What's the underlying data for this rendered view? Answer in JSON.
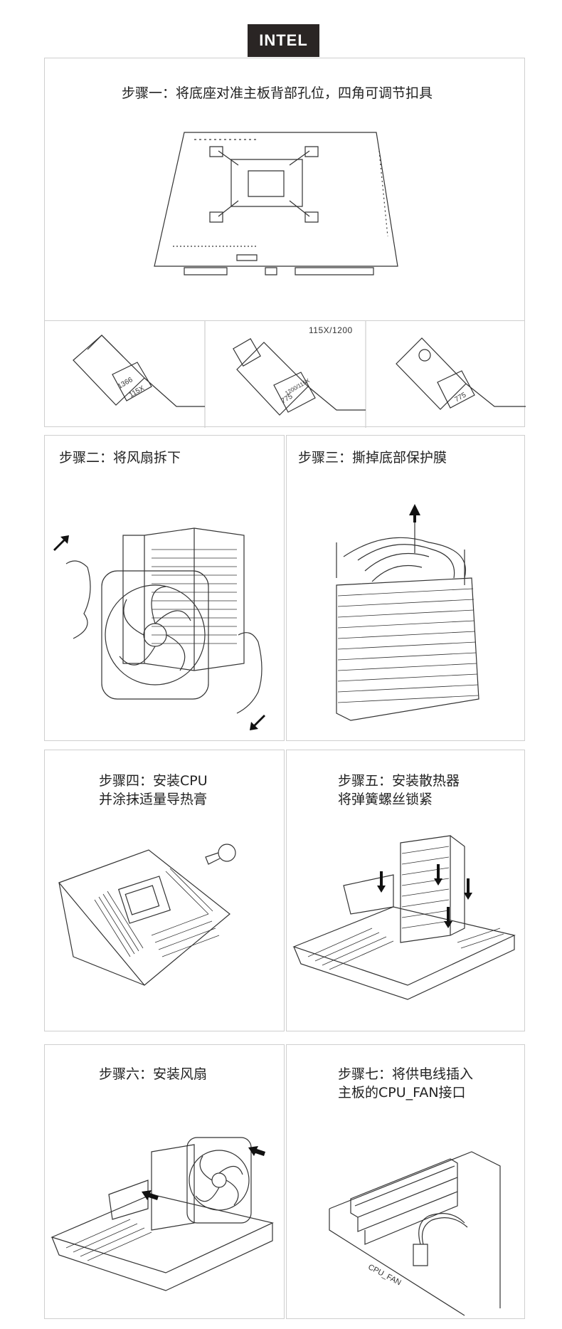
{
  "header": {
    "tag": "INTEL"
  },
  "step1": {
    "title": "步骤一：将底座对准主板背部孔位，四角可调节扣具"
  },
  "sockets": [
    {
      "label": "",
      "marks": [
        "115X",
        "1366"
      ]
    },
    {
      "label": "115X/1200",
      "marks": [
        "775",
        "1200/115X"
      ]
    },
    {
      "label": "",
      "marks": [
        "775"
      ]
    }
  ],
  "step2": {
    "title": "步骤二：将风扇拆下"
  },
  "step3": {
    "title": "步骤三：撕掉底部保护膜"
  },
  "step4": {
    "title_lines": [
      "步骤四：安装CPU",
      "并涂抹适量导热膏"
    ]
  },
  "step5": {
    "title_lines": [
      "步骤五：安装散热器",
      "将弹簧螺丝锁紧"
    ]
  },
  "step6": {
    "title": "步骤六：安装风扇"
  },
  "step7": {
    "title_lines": [
      "步骤七：将供电线插入",
      "主板的CPU_FAN接口"
    ]
  },
  "cpu_fan_label": "CPU_FAN",
  "colors": {
    "header_bg": "#2a2524",
    "border": "#cfcfcf",
    "line": "#333333"
  },
  "icons": [
    "arrow-icon"
  ]
}
